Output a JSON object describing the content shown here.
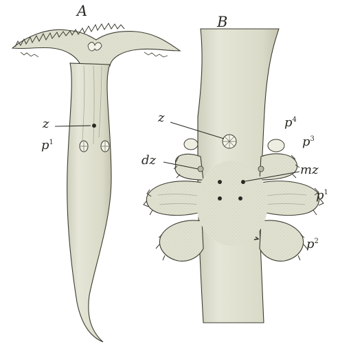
{
  "figure": {
    "panels": [
      {
        "id": "A",
        "label": "A",
        "labels": {
          "z": "z",
          "p1_base": "p",
          "p1_sup": "1"
        }
      },
      {
        "id": "B",
        "label": "B",
        "labels": {
          "z": "z",
          "dz": "dz",
          "mz": "mz",
          "p4_base": "p",
          "p4_sup": "4",
          "p3_base": "p",
          "p3_sup": "3",
          "p1_base": "p",
          "p1_sup": "1",
          "p2_base": "p",
          "p2_sup": "2"
        }
      }
    ],
    "colors": {
      "paper": "#ffffff",
      "body_fill": "#dfdfcf",
      "body_shade": "#c9c9b6",
      "ink": "#2a2a24"
    }
  }
}
